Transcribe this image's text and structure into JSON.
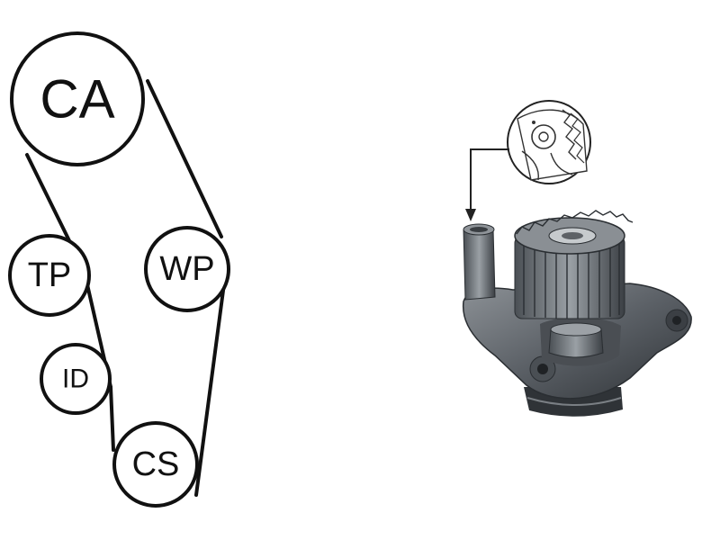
{
  "belt_diagram": {
    "pulleys": [
      {
        "id": "ca",
        "label": "CA"
      },
      {
        "id": "tp",
        "label": "TP"
      },
      {
        "id": "wp",
        "label": "WP"
      },
      {
        "id": "id",
        "label": "ID"
      },
      {
        "id": "cs",
        "label": "CS"
      }
    ]
  },
  "product_image": {
    "icon": "water-pump-photo",
    "detail_icon": "magnified-seal-detail-icon",
    "pointer_icon": "arrow-down-icon"
  },
  "colors": {
    "line": "#111111",
    "metal_dark": "#3f4348",
    "metal_mid": "#6d7277",
    "metal_light": "#a9adb1",
    "background": "#ffffff"
  }
}
